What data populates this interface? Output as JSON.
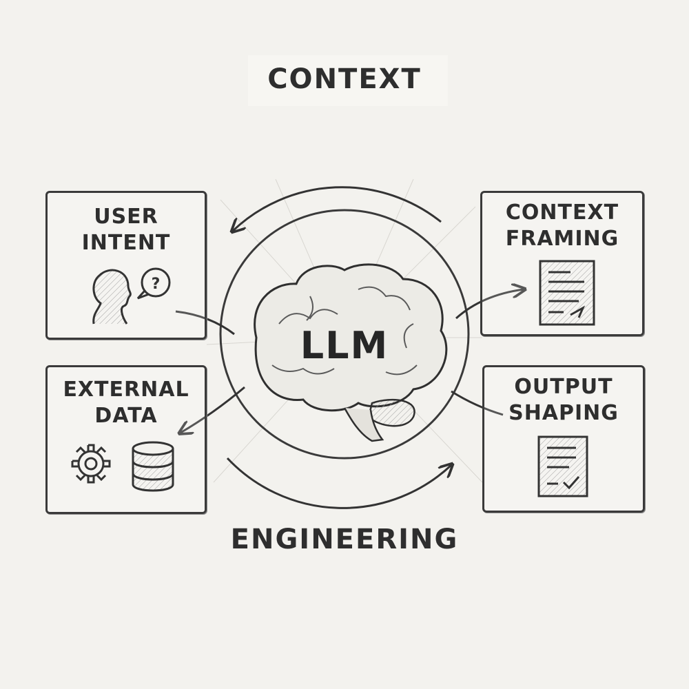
{
  "title": {
    "top": "CONTEXT",
    "bottom": "ENGINEERING"
  },
  "center": {
    "label": "LLM",
    "icon": "brain-icon"
  },
  "boxes": {
    "user_intent": {
      "line1": "USER",
      "line2": "INTENT",
      "icons": [
        "person-head-icon",
        "question-bubble-icon"
      ]
    },
    "context_framing": {
      "line1": "CONTEXT",
      "line2": "FRAMING",
      "icons": [
        "document-edit-icon"
      ]
    },
    "external_data": {
      "line1": "EXTERNAL",
      "line2": "DATA",
      "icons": [
        "gear-icon",
        "database-icon"
      ]
    },
    "output_shaping": {
      "line1": "OUTPUT",
      "line2": "SHAPING",
      "icons": [
        "document-check-icon"
      ]
    }
  },
  "colors": {
    "background": "#f3f2ee",
    "ink": "#2e2e2e"
  }
}
